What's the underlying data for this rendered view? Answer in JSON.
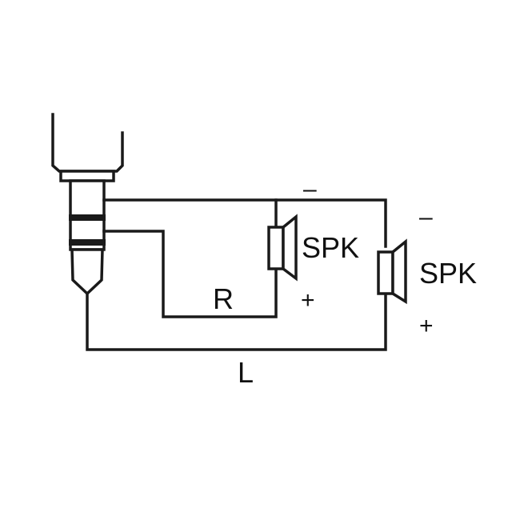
{
  "labels": {
    "right_channel": "R",
    "left_channel": "L",
    "speaker_right": "SPK",
    "speaker_left": "SPK",
    "right_minus": "–",
    "right_plus": "+",
    "left_minus": "–",
    "left_plus": "+"
  },
  "colors": {
    "line": "#1a1a1a",
    "background": "#ffffff"
  },
  "icons": {
    "plug": "trs-jack-plug-icon",
    "speaker": "speaker-icon"
  }
}
